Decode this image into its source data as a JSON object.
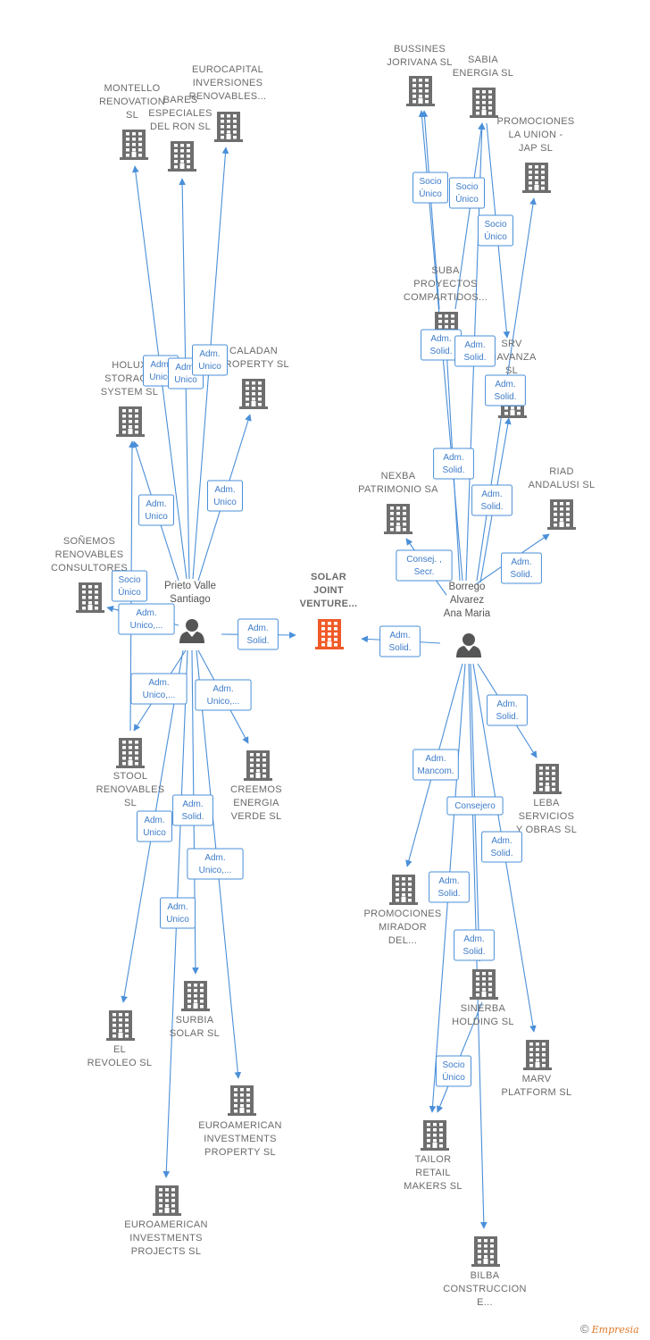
{
  "colors": {
    "edge": "#4a8fd8",
    "company": "#6e6e6e",
    "center": "#f05a28",
    "person": "#555555"
  },
  "companies": [
    {
      "id": "c_montello",
      "lines": [
        "MONTELLO",
        "RENOVATION",
        "SL"
      ]
    },
    {
      "id": "c_bares",
      "lines": [
        "BARES",
        "ESPECIALES",
        "DEL RON SL"
      ]
    },
    {
      "id": "c_eurocapital",
      "lines": [
        "EUROCAPITAL",
        "INVERSIONES",
        "RENOVABLES..."
      ]
    },
    {
      "id": "c_holux",
      "lines": [
        "HOLUX",
        "STORAGE",
        "SYSTEM SL"
      ]
    },
    {
      "id": "c_caladan",
      "lines": [
        "CALADAN",
        "PROPERTY SL"
      ]
    },
    {
      "id": "c_sonemos",
      "lines": [
        "SOÑEMOS",
        "RENOVABLES",
        "CONSULTORES"
      ]
    },
    {
      "id": "c_solar",
      "lines": [
        "SOLAR",
        "JOINT",
        "VENTURE..."
      ],
      "center": true
    },
    {
      "id": "c_stool",
      "lines": [
        "STOOL",
        "RENOVABLES",
        "SL"
      ]
    },
    {
      "id": "c_creemos",
      "lines": [
        "CREEMOS",
        "ENERGIA",
        "VERDE SL"
      ]
    },
    {
      "id": "c_revoleo",
      "lines": [
        "EL",
        "REVOLEO SL"
      ]
    },
    {
      "id": "c_surbia",
      "lines": [
        "SURBIA",
        "SOLAR SL"
      ]
    },
    {
      "id": "c_euroam_prop",
      "lines": [
        "EUROAMERICAN",
        "INVESTMENTS",
        "PROPERTY SL"
      ]
    },
    {
      "id": "c_euroam_proj",
      "lines": [
        "EUROAMERICAN",
        "INVESTMENTS",
        "PROJECTS SL"
      ]
    },
    {
      "id": "c_bussines",
      "lines": [
        "BUSSINES",
        "JORIVANA SL"
      ]
    },
    {
      "id": "c_sabia",
      "lines": [
        "SABIA",
        "ENERGIA SL"
      ]
    },
    {
      "id": "c_promounion",
      "lines": [
        "PROMOCIONES",
        "LA UNION -",
        "JAP SL"
      ]
    },
    {
      "id": "c_suba",
      "lines": [
        "SUBA",
        "PROYECTOS",
        "COMPARTIDOS..."
      ]
    },
    {
      "id": "c_srv",
      "lines": [
        "SRV",
        "BIAVANZA",
        "SL"
      ]
    },
    {
      "id": "c_nexba",
      "lines": [
        "NEXBA",
        "PATRIMONIO SA"
      ]
    },
    {
      "id": "c_riad",
      "lines": [
        "RIAD",
        "ANDALUSI SL"
      ]
    },
    {
      "id": "c_leba",
      "lines": [
        "LEBA",
        "SERVICIOS",
        "Y OBRAS SL"
      ]
    },
    {
      "id": "c_promomirador",
      "lines": [
        "PROMOCIONES",
        "MIRADOR",
        "DEL..."
      ]
    },
    {
      "id": "c_sinerba",
      "lines": [
        "SINERBA",
        "HOLDING SL"
      ]
    },
    {
      "id": "c_marv",
      "lines": [
        "MARV",
        "PLATFORM SL"
      ]
    },
    {
      "id": "c_tailor",
      "lines": [
        "TAILOR",
        "RETAIL",
        "MAKERS SL"
      ]
    },
    {
      "id": "c_bilba",
      "lines": [
        "BILBA",
        "CONSTRUCCION",
        "E..."
      ]
    }
  ],
  "persons": [
    {
      "id": "p_prieto",
      "lines": [
        "Prieto Valle",
        "Santiago"
      ]
    },
    {
      "id": "p_borrego",
      "lines": [
        "Borrego",
        "Alvarez",
        "Ana Maria"
      ]
    }
  ],
  "edges": [
    {
      "from": "p_prieto",
      "to": "c_montello",
      "label": [
        "Adm.",
        "Unico"
      ]
    },
    {
      "from": "p_prieto",
      "to": "c_bares",
      "label": [
        "Adm.",
        "Unico"
      ]
    },
    {
      "from": "p_prieto",
      "to": "c_eurocapital",
      "label": [
        "Adm.",
        "Unico"
      ]
    },
    {
      "from": "p_prieto",
      "to": "c_holux",
      "label": [
        "Adm.",
        "Unico"
      ]
    },
    {
      "from": "p_prieto",
      "to": "c_caladan",
      "label": [
        "Adm.",
        "Unico"
      ]
    },
    {
      "from": "p_prieto",
      "to": "c_sonemos",
      "label": [
        "Adm.",
        "Unico,..."
      ]
    },
    {
      "from": "p_prieto",
      "to": "c_solar",
      "label": [
        "Adm.",
        "Solid."
      ]
    },
    {
      "from": "p_prieto",
      "to": "c_stool",
      "label": [
        "Adm.",
        "Unico,..."
      ]
    },
    {
      "from": "c_stool",
      "to": "c_holux",
      "label": [
        "Socio",
        "Único"
      ]
    },
    {
      "from": "p_prieto",
      "to": "c_creemos",
      "label": [
        "Adm.",
        "Unico,..."
      ]
    },
    {
      "from": "p_prieto",
      "to": "c_revoleo",
      "label": [
        "Adm.",
        "Unico"
      ]
    },
    {
      "from": "p_prieto",
      "to": "c_surbia",
      "label": [
        "Adm.",
        "Solid."
      ]
    },
    {
      "from": "p_prieto",
      "to": "c_euroam_prop",
      "label": [
        "Adm.",
        "Unico,..."
      ]
    },
    {
      "from": "p_prieto",
      "to": "c_euroam_proj",
      "label": [
        "Adm.",
        "Unico"
      ]
    },
    {
      "from": "p_borrego",
      "to": "c_solar",
      "label": [
        "Adm.",
        "Solid."
      ]
    },
    {
      "from": "p_borrego",
      "to": "c_bussines",
      "label": [
        "Adm.",
        "Solid."
      ]
    },
    {
      "from": "c_suba",
      "to": "c_bussines",
      "label": [
        "Socio",
        "Único"
      ]
    },
    {
      "from": "c_suba",
      "to": "c_sabia",
      "label": [
        "Socio",
        "Único"
      ]
    },
    {
      "from": "c_sabia",
      "to": "c_srv",
      "label": [
        "Socio",
        "Único"
      ]
    },
    {
      "from": "p_borrego",
      "to": "c_sabia",
      "label": [
        "Adm.",
        "Solid."
      ]
    },
    {
      "from": "p_borrego",
      "to": "c_suba",
      "label": [
        "Adm.",
        "Solid."
      ]
    },
    {
      "from": "p_borrego",
      "to": "c_promounion",
      "label": [
        "Adm.",
        "Solid."
      ]
    },
    {
      "from": "p_borrego",
      "to": "c_srv",
      "label": [
        "Adm.",
        "Solid."
      ]
    },
    {
      "from": "p_borrego",
      "to": "c_nexba",
      "label": [
        "Consej. ,",
        "Secr."
      ]
    },
    {
      "from": "p_borrego",
      "to": "c_riad",
      "label": [
        "Adm.",
        "Solid."
      ]
    },
    {
      "from": "p_borrego",
      "to": "c_leba",
      "label": [
        "Adm.",
        "Solid."
      ]
    },
    {
      "from": "p_borrego",
      "to": "c_promomirador",
      "label": [
        "Adm.",
        "Mancom."
      ]
    },
    {
      "from": "p_borrego",
      "to": "c_bilba",
      "label": [
        "Consejero"
      ]
    },
    {
      "from": "p_borrego",
      "to": "c_marv",
      "label": [
        "Adm.",
        "Solid."
      ]
    },
    {
      "from": "p_borrego",
      "to": "c_tailor",
      "label": [
        "Adm.",
        "Solid."
      ]
    },
    {
      "from": "p_borrego",
      "to": "c_sinerba",
      "label": [
        "Adm.",
        "Solid."
      ]
    },
    {
      "from": "c_sinerba",
      "to": "c_tailor",
      "label": [
        "Socio",
        "Único"
      ]
    }
  ],
  "footer": {
    "copyright": "©",
    "brand": "Empresia"
  }
}
